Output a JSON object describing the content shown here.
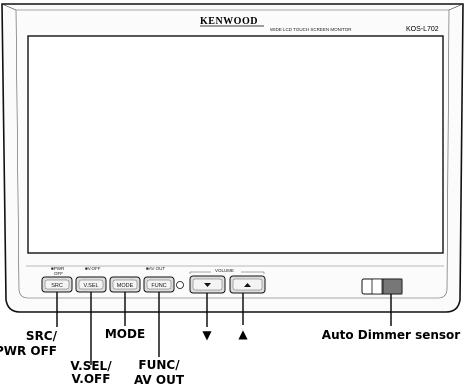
{
  "brand": "KENWOOD",
  "product_line": "WIDE LCD TOUCH SCREEN MONITOR",
  "model": "KOS-L702",
  "panel_labels": {
    "pwr_off": "■PWR",
    "off": "OFF",
    "v_off": "■V.OFF",
    "av_out": "■AV OUT",
    "volume": "VOLUME"
  },
  "buttons": {
    "src": "SRC",
    "vsel": "V.SEL",
    "mode": "MODE",
    "func": "FUNC"
  },
  "arrows": {
    "down": "▼",
    "up": "▲"
  },
  "callouts": {
    "src_line1": "SRC/",
    "src_line2": "PWR OFF",
    "vsel_line1": "V.SEL/",
    "vsel_line2": "V.OFF",
    "mode": "MODE",
    "func_line1": "FUNC/",
    "func_line2": "AV OUT",
    "sensor": "Auto Dimmer sensor"
  }
}
